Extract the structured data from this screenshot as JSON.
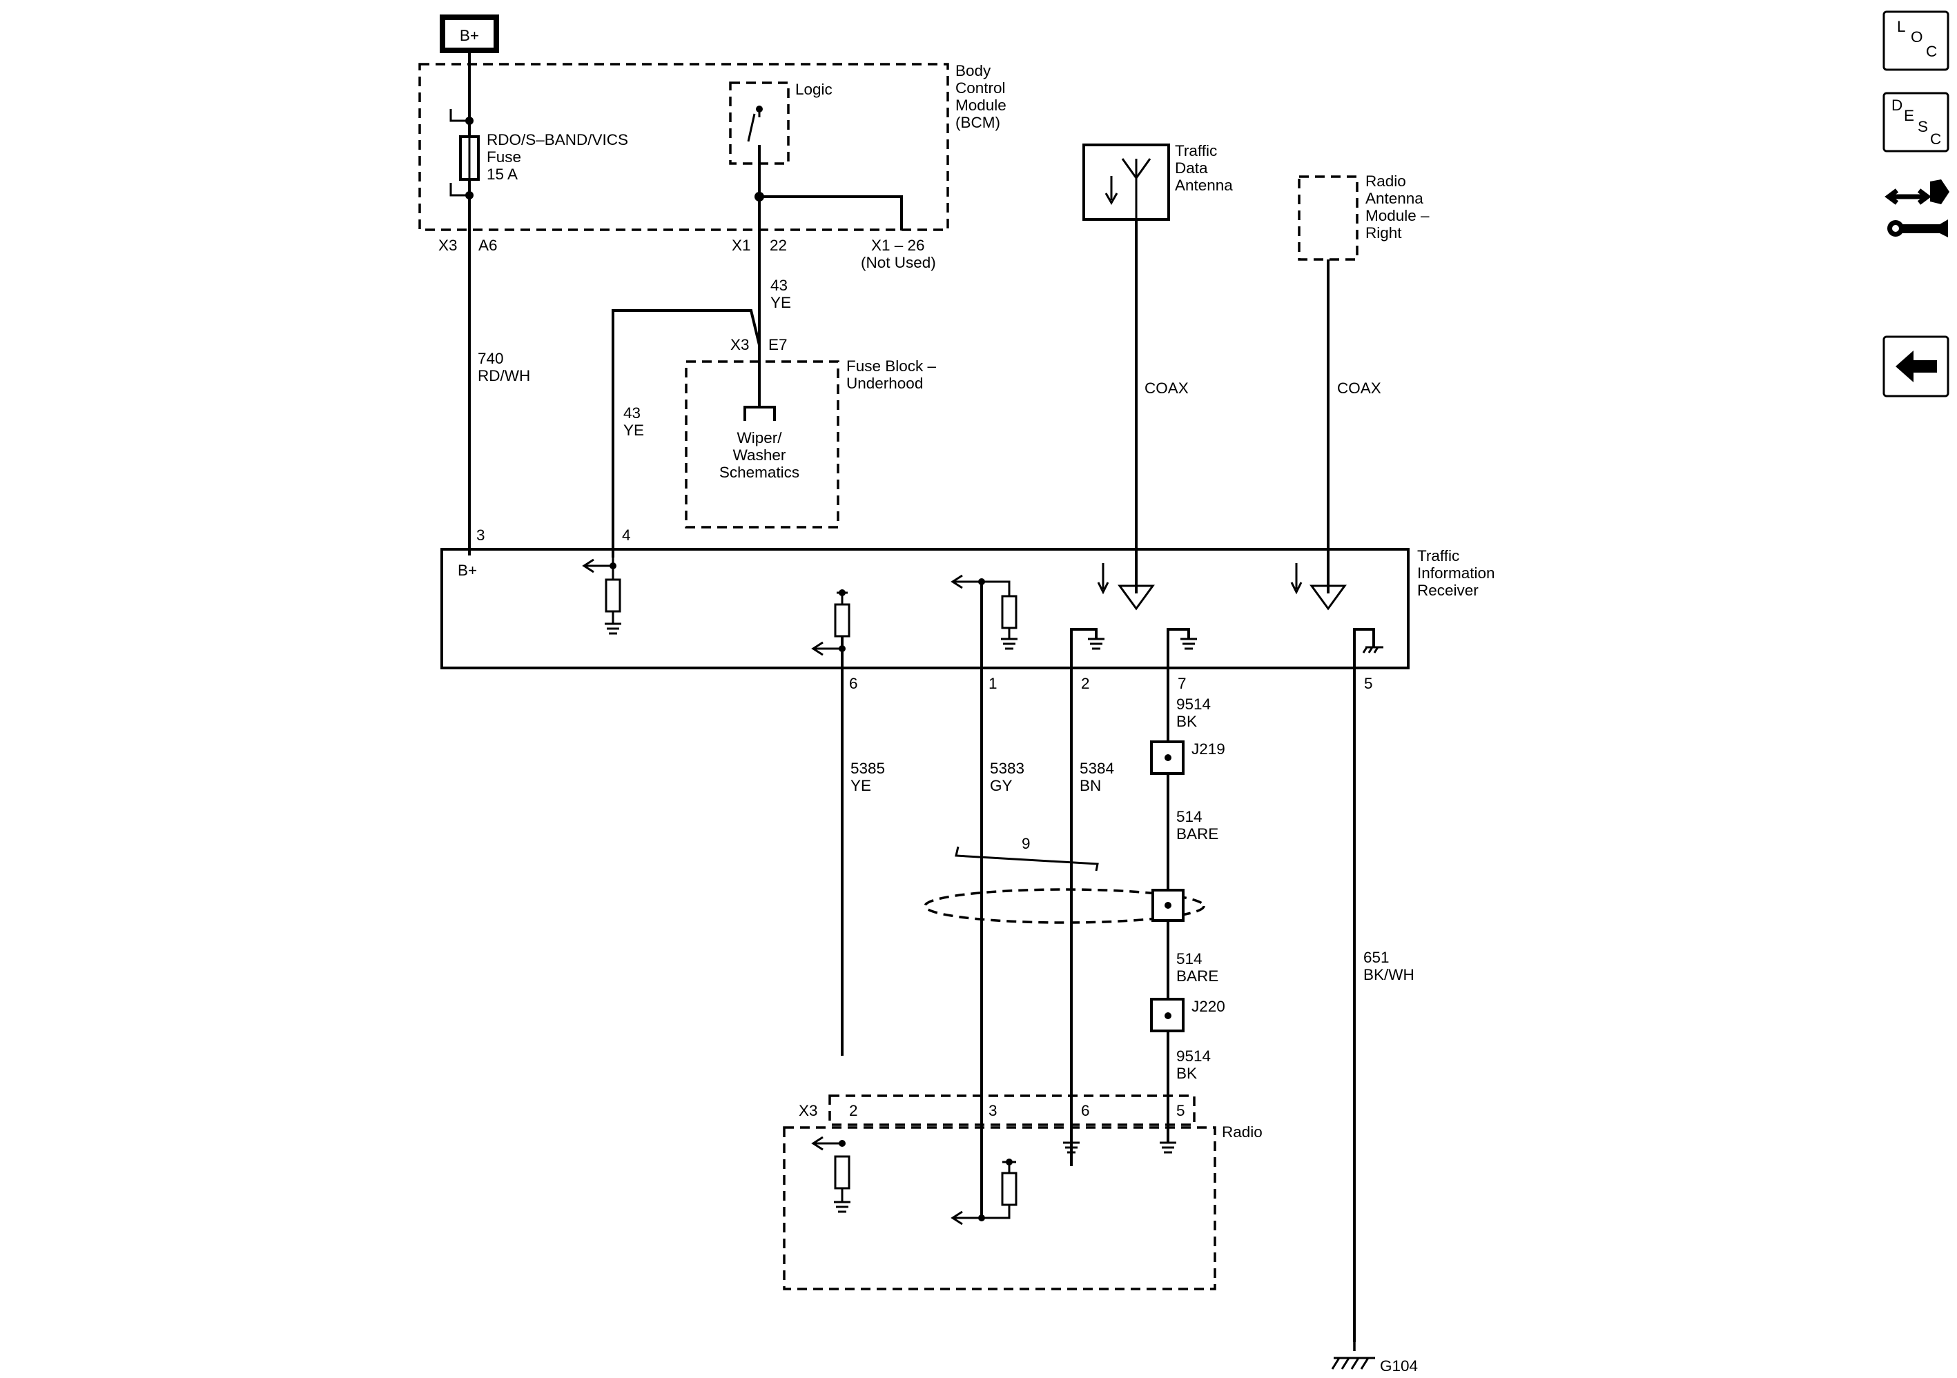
{
  "power": {
    "bplus_tag": "B+"
  },
  "bcm": {
    "title": [
      "Body",
      "Control",
      "Module",
      "(BCM)"
    ],
    "fuse_label": [
      "RDO/S–BAND/VICS",
      "Fuse",
      "15 A"
    ],
    "logic_label": "Logic",
    "conn_x3": "X3",
    "pin_a6": "A6",
    "conn_x1": "X1",
    "pin_22": "22",
    "x1_26": [
      "X1 – 26",
      "(Not Used)"
    ]
  },
  "wires": {
    "w740": [
      "740",
      "RD/WH"
    ],
    "w43_top": [
      "43",
      "YE"
    ],
    "w43_left": [
      "43",
      "YE"
    ],
    "coax_1": "COAX",
    "coax_2": "COAX",
    "w9514_top": [
      "9514",
      "BK"
    ],
    "w514_top": [
      "514",
      "BARE"
    ],
    "w514_bottom": [
      "514",
      "BARE"
    ],
    "w9514_bottom": [
      "9514",
      "BK"
    ],
    "w5385": [
      "5385",
      "YE"
    ],
    "w5383": [
      "5383",
      "GY"
    ],
    "w5384": [
      "5384",
      "BN"
    ],
    "w651": [
      "651",
      "BK/WH"
    ],
    "twist_number": "9"
  },
  "fuse_block": {
    "conn": "X3",
    "pin": "E7",
    "title": [
      "Fuse Block –",
      "Underhood"
    ],
    "inner": [
      "Wiper/",
      "Washer",
      "Schematics"
    ]
  },
  "antennas": {
    "traffic": [
      "Traffic",
      "Data",
      "Antenna"
    ],
    "radio_module": [
      "Radio",
      "Antenna",
      "Module –",
      "Right"
    ]
  },
  "receiver": {
    "title": [
      "Traffic",
      "Information",
      "Receiver"
    ],
    "bplus": "B+",
    "top_pins": [
      "3",
      "4"
    ],
    "bottom_pins": [
      "6",
      "1",
      "2",
      "7",
      "5"
    ]
  },
  "splices": {
    "j219": "J219",
    "j220": "J220"
  },
  "radio": {
    "title": "Radio",
    "conn": "X3",
    "pins": [
      "2",
      "3",
      "6",
      "5"
    ]
  },
  "ground": {
    "label": "G104"
  },
  "nav": {
    "loc": [
      "L",
      "O",
      "C"
    ],
    "desc": [
      "D",
      "E",
      "S",
      "C"
    ],
    "connector_icon": "connector-tool-icon",
    "back_icon": "back-arrow-icon"
  }
}
